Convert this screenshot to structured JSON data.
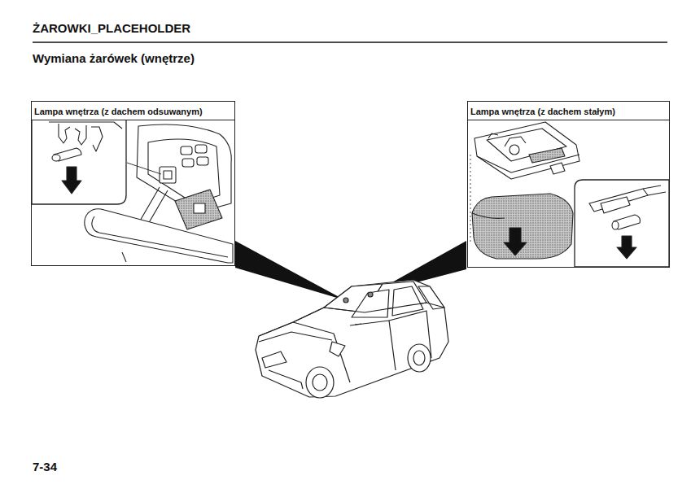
{
  "diagram": {
    "title": "ŻAROWKI_PLACEHOLDER",
    "nodes": [
      {
        "text": [
          "Lampa wnętrza (z dachem odsuwanym)"
        ]
      },
      {
        "text": [
          "Lampa wnętrza (z dachem stałym)"
        ]
      }
    ],
    "labels": [
      "Wymiana żarówek (wnętrze)",
      "7-34"
    ]
  }
}
